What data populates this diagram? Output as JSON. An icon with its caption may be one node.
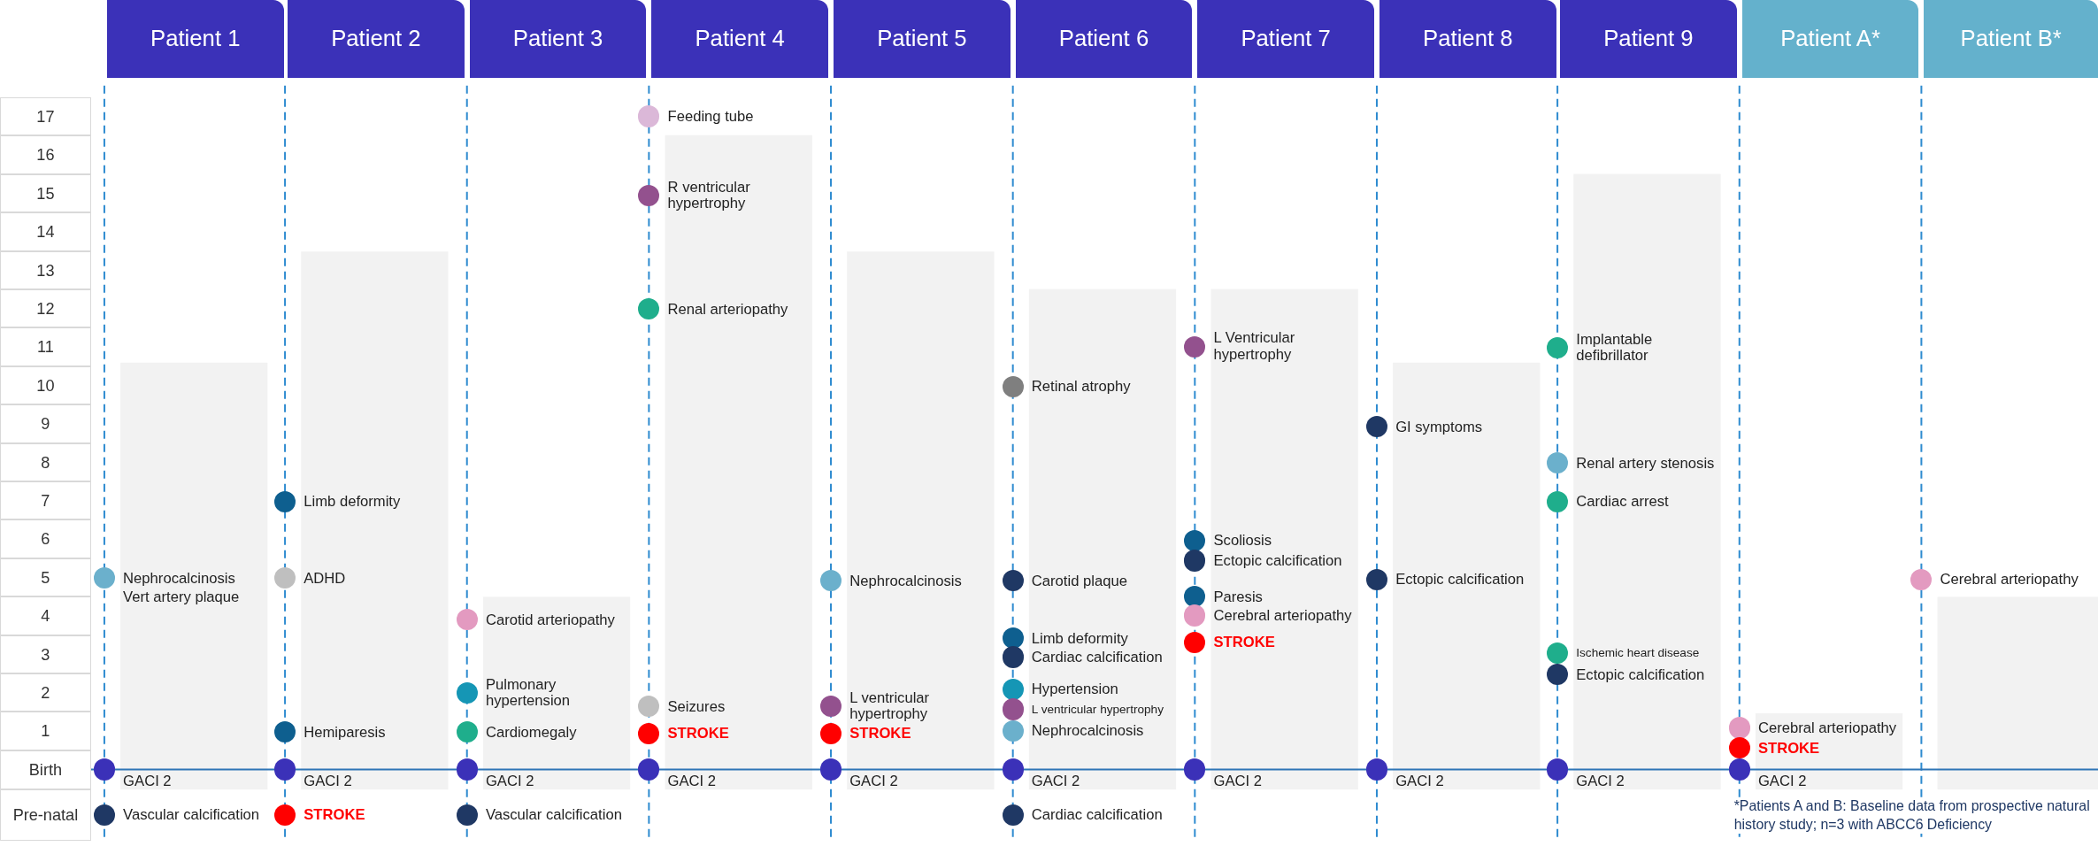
{
  "diagram": {
    "nodes": [
      {
        "text": [
          "Patient 1"
        ]
      },
      {
        "text": [
          "Patient 2"
        ]
      },
      {
        "text": [
          "Patient 3"
        ]
      },
      {
        "text": [
          "Patient 4"
        ]
      },
      {
        "text": [
          "Patient 5"
        ]
      },
      {
        "text": [
          "Patient 6"
        ]
      },
      {
        "text": [
          "Patient 7"
        ]
      },
      {
        "text": [
          "Patient 8"
        ]
      },
      {
        "text": [
          "Patient 9"
        ]
      },
      {
        "text": [
          "Patient A*"
        ]
      },
      {
        "text": [
          "Patient B*"
        ]
      },
      {
        "text": [],
        "shape": "circle",
        "beside": [
          "Nephrocalcinosis",
          "Vert artery plaque"
        ]
      },
      {
        "text": [],
        "shape": "circle",
        "beside": [
          "GACI 2"
        ]
      },
      {
        "text": [],
        "shape": "circle",
        "beside": [
          "Vascular calcification"
        ]
      },
      {
        "text": [],
        "shape": "circle",
        "beside": [
          "Limb deformity"
        ]
      },
      {
        "text": [],
        "shape": "circle",
        "beside": [
          "ADHD"
        ]
      },
      {
        "text": [],
        "shape": "circle",
        "beside": [
          "Hemiparesis"
        ]
      },
      {
        "text": [],
        "shape": "circle",
        "beside": [
          "GACI 2"
        ]
      },
      {
        "text": [],
        "shape": "circle",
        "beside": [
          "STROKE"
        ]
      },
      {
        "text": [],
        "shape": "circle",
        "beside": [
          "Carotid arteriopathy"
        ]
      },
      {
        "text": [],
        "shape": "circle",
        "beside": [
          "Pulmonary hypertension"
        ]
      },
      {
        "text": [],
        "shape": "circle",
        "beside": [
          "Cardiomegaly"
        ]
      },
      {
        "text": [],
        "shape": "circle",
        "beside": [
          "GACI 2"
        ]
      },
      {
        "text": [],
        "shape": "circle",
        "beside": [
          "Vascular calcification"
        ]
      },
      {
        "text": [],
        "shape": "circle",
        "beside": [
          "Feeding tube"
        ]
      },
      {
        "text": [],
        "shape": "circle",
        "beside": [
          "R ventricular hypertrophy"
        ]
      },
      {
        "text": [],
        "shape": "circle",
        "beside": [
          "Renal arteriopathy"
        ]
      },
      {
        "text": [],
        "shape": "circle",
        "beside": [
          "Seizures"
        ]
      },
      {
        "text": [],
        "shape": "circle",
        "beside": [
          "STROKE"
        ]
      },
      {
        "text": [],
        "shape": "circle",
        "beside": [
          "GACI 2"
        ]
      },
      {
        "text": [],
        "shape": "circle",
        "beside": [
          "Nephrocalcinosis"
        ]
      },
      {
        "text": [],
        "shape": "circle",
        "beside": [
          "L ventricular hypertrophy"
        ]
      },
      {
        "text": [],
        "shape": "circle",
        "beside": [
          "STROKE"
        ]
      },
      {
        "text": [],
        "shape": "circle",
        "beside": [
          "GACI 2"
        ]
      },
      {
        "text": [],
        "shape": "circle",
        "beside": [
          "Retinal atrophy"
        ]
      },
      {
        "text": [],
        "shape": "circle",
        "beside": [
          "Carotid plaque"
        ]
      },
      {
        "text": [],
        "shape": "circle",
        "beside": [
          "Limb deformity"
        ]
      },
      {
        "text": [],
        "shape": "circle",
        "beside": [
          "Cardiac calcification"
        ]
      },
      {
        "text": [],
        "shape": "circle",
        "beside": [
          "Hypertension"
        ]
      },
      {
        "text": [],
        "shape": "circle",
        "beside": [
          "L ventricular hypertrophy"
        ]
      },
      {
        "text": [],
        "shape": "circle",
        "beside": [
          "Nephrocalcinosis"
        ]
      },
      {
        "text": [],
        "shape": "circle",
        "beside": [
          "GACI 2"
        ]
      },
      {
        "text": [],
        "shape": "circle",
        "beside": [
          "Cardiac calcification"
        ]
      },
      {
        "text": [],
        "shape": "circle",
        "beside": [
          "L Ventricular hypertrophy"
        ]
      },
      {
        "text": [],
        "shape": "circle",
        "beside": [
          "Scoliosis"
        ]
      },
      {
        "text": [],
        "shape": "circle",
        "beside": [
          "Ectopic calcification"
        ]
      },
      {
        "text": [],
        "shape": "circle",
        "beside": [
          "Paresis"
        ]
      },
      {
        "text": [],
        "shape": "circle",
        "beside": [
          "Cerebral arteriopathy"
        ]
      },
      {
        "text": [],
        "shape": "circle",
        "beside": [
          "STROKE"
        ]
      },
      {
        "text": [],
        "shape": "circle",
        "beside": [
          "GACI 2"
        ]
      },
      {
        "text": [],
        "shape": "circle",
        "beside": [
          "GI symptoms"
        ]
      },
      {
        "text": [],
        "shape": "circle",
        "beside": [
          "Ectopic calcification"
        ]
      },
      {
        "text": [],
        "shape": "circle",
        "beside": [
          "GACI 2"
        ]
      },
      {
        "text": [],
        "shape": "circle",
        "beside": [
          "Implantable defibrillator"
        ]
      },
      {
        "text": [],
        "shape": "circle",
        "beside": [
          "Renal artery stenosis"
        ]
      },
      {
        "text": [],
        "shape": "circle",
        "beside": [
          "Cardiac arrest"
        ]
      },
      {
        "text": [],
        "shape": "circle",
        "beside": [
          "Ischemic heart disease"
        ]
      },
      {
        "text": [],
        "shape": "circle",
        "beside": [
          "Ectopic calcification"
        ]
      },
      {
        "text": [],
        "shape": "circle",
        "beside": [
          "GACI 2"
        ]
      },
      {
        "text": [],
        "shape": "circle",
        "beside": [
          "Cerebral arteriopathy"
        ]
      },
      {
        "text": [],
        "shape": "circle",
        "beside": [
          "STROKE"
        ]
      },
      {
        "text": [],
        "shape": "circle",
        "beside": [
          "GACI 2"
        ]
      },
      {
        "text": [],
        "shape": "circle",
        "beside": [
          "Cerebral arteriopathy"
        ]
      }
    ],
    "labels": [
      "17",
      "16",
      "15",
      "14",
      "13",
      "12",
      "11",
      "10",
      "9",
      "8",
      "7",
      "6",
      "5",
      "4",
      "3",
      "2",
      "1",
      "Birth",
      "Pre-natal",
      "*Patients A and B: Baseline data from prospective natural history study; n=3 with ABCC6 Deficiency"
    ]
  }
}
